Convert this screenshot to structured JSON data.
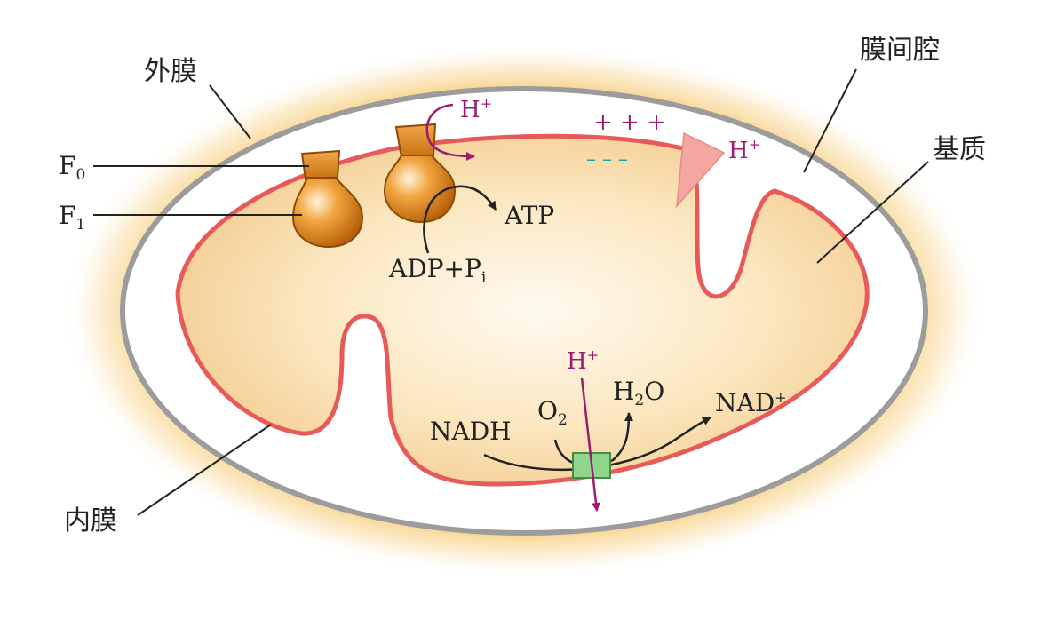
{
  "labels": {
    "outer_membrane": "外膜",
    "intermembrane_space": "膜间腔",
    "matrix": "基质",
    "inner_membrane": "内膜",
    "f0": "F",
    "f0_sub": "0",
    "f1": "F",
    "f1_sub": "1",
    "atp": "ATP",
    "adp": "ADP+P",
    "adp_sub": "i",
    "h_top": "H",
    "h_pump": "H",
    "h_bottom": "H",
    "plus_sup": "+",
    "nadh": "NADH",
    "nad": "NAD",
    "o2": "O",
    "o2_sub": "2",
    "h2o_h": "H",
    "h2o_sub": "2",
    "h2o_o": "O",
    "plus_signs": "+ + +",
    "minus_signs": "– – –"
  },
  "colors": {
    "outer_membrane": "#9c9c9c",
    "inner_membrane": "#e85a5a",
    "matrix_fill": "#f7d59a",
    "glow": "#f6c76a",
    "atp_synthase": "#e8901c",
    "proton": "#9b1b6e",
    "complex": "#8fd68a",
    "pump_triangle": "#f4a7a0"
  }
}
